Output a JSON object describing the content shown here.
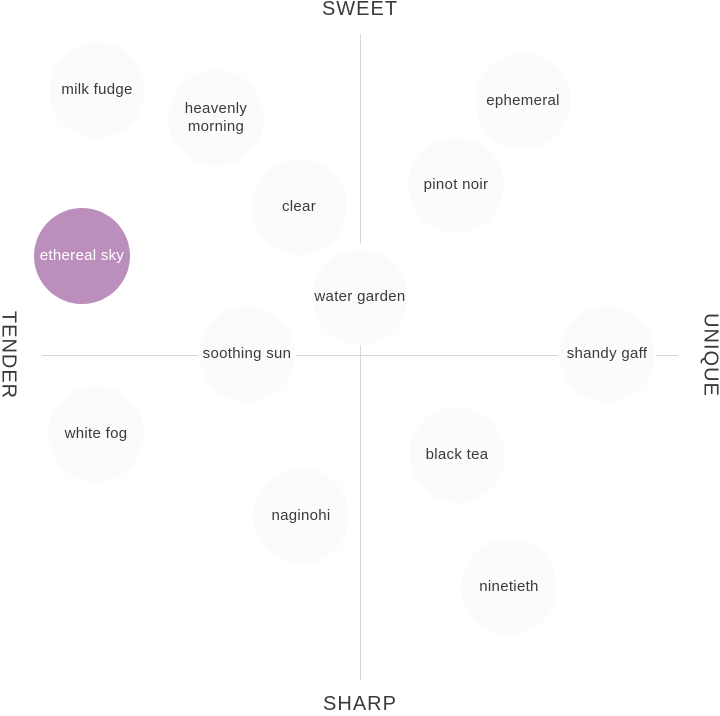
{
  "axes": {
    "top": "SWEET",
    "bottom": "SHARP",
    "left": "TENDER",
    "right": "UNIQUE"
  },
  "colors": {
    "circle": "#fcfbf9",
    "selected": "#bc8ebc",
    "axis_line": "#d8d8d8",
    "text": "#3a3a3a"
  },
  "selected_flavor": "ethereal sky",
  "flavors": [
    {
      "name": "milk fudge"
    },
    {
      "name": "heavenly morning"
    },
    {
      "name": "clear"
    },
    {
      "name": "ethereal sky"
    },
    {
      "name": "water garden"
    },
    {
      "name": "soothing sun"
    },
    {
      "name": "white fog"
    },
    {
      "name": "naginohi"
    },
    {
      "name": "ephemeral"
    },
    {
      "name": "pinot noir"
    },
    {
      "name": "shandy gaff"
    },
    {
      "name": "black tea"
    },
    {
      "name": "ninetieth"
    }
  ]
}
